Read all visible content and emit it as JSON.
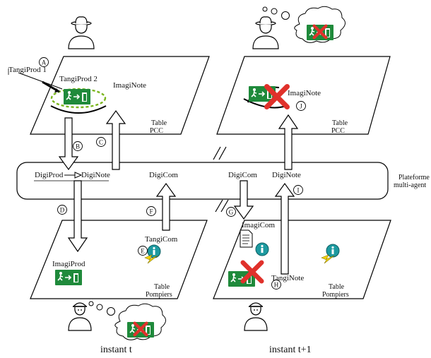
{
  "labels": {
    "tangiprod1": "TangiProd 1",
    "tangiprod2": "TangiProd 2",
    "imaginote_left": "ImagiNote",
    "imaginote_right": "ImagiNote",
    "table_pcc_left": [
      "Table",
      "PCC"
    ],
    "table_pcc_right": [
      "Table",
      "PCC"
    ],
    "digiprod": "DigiProd",
    "diginote_left": "DigiNote",
    "digicom_left": "DigiCom",
    "digicom_right": "DigiCom",
    "diginote_right": "DigiNote",
    "platform": [
      "Plateforme",
      "multi-agent"
    ],
    "tangicom": "TangiCom",
    "imagicom": "ImagiCom",
    "imagiprod": "ImagiProd",
    "tanginote": "TangiNote",
    "table_pompiers_left": [
      "Table",
      "Pompiers"
    ],
    "table_pompiers_right": [
      "Table",
      "Pompiers"
    ],
    "caption_left": "instant t",
    "caption_right": "instant t+1"
  },
  "markers": {
    "A": "A",
    "B": "B",
    "C": "C",
    "D": "D",
    "E": "E",
    "F": "F",
    "G": "G",
    "H": "H",
    "I": "I",
    "J": "J"
  },
  "icons": {
    "info": "i",
    "exit_sign": "exit-sign-icon",
    "user": "user-icon",
    "fireman": "fireman-icon",
    "lightning": "lightning-icon"
  },
  "colors": {
    "exit_green": "#1f8a3b",
    "info_teal": "#1d9aa0",
    "cross_red": "#e0312b",
    "spark_green": "#7ab51d",
    "lightning_yellow": "#f2d20a"
  }
}
